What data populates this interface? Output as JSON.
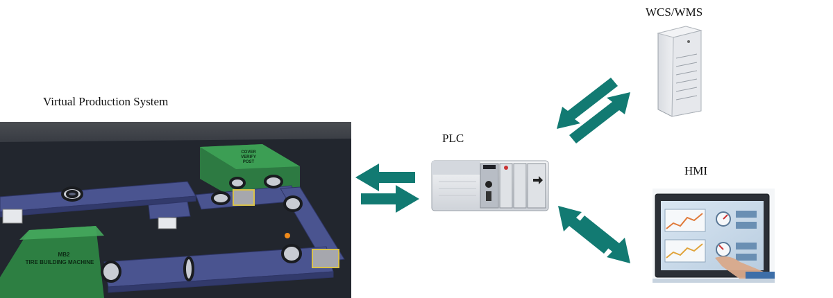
{
  "labels": {
    "virtual_production_system": "Virtual Production System",
    "plc": "PLC",
    "wcs_wms": "WCS/WMS",
    "hmi": "HMI"
  },
  "scene_text": {
    "cover_verify_post": [
      "COVER",
      "VERIFY",
      "POST"
    ],
    "machine": [
      "MB2",
      "TIRE BUILDING MACHINE"
    ]
  },
  "colors": {
    "arrow": "#127a72",
    "floor": "#262a33",
    "conveyor": "#4a5490",
    "zone": "#2f8a45",
    "plc_body": "#e4e6ea",
    "server": "#eceef1"
  },
  "icons": {
    "plc": "plc-rack-icon",
    "server": "server-tower-icon",
    "hmi": "touch-panel-icon"
  }
}
